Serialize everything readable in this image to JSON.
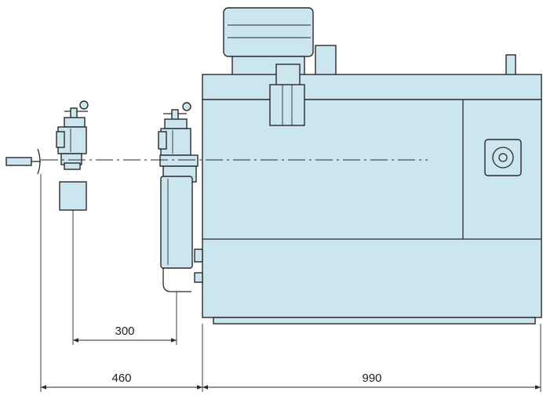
{
  "colors": {
    "machine_fill": "#cce6f0",
    "line": "#2a2a2a"
  },
  "dimensions": {
    "offset_small": "300",
    "offset_large": "460",
    "machine_length": "990"
  }
}
